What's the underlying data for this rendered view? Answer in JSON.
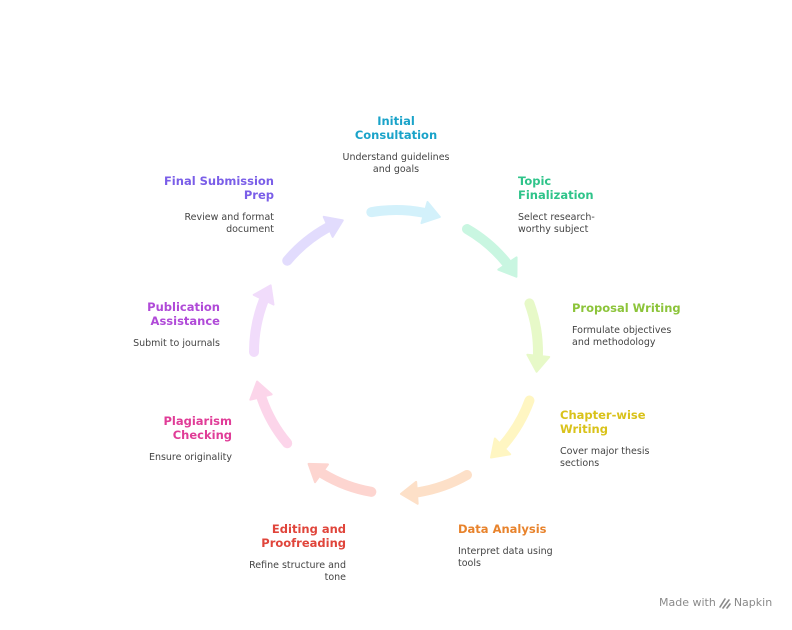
{
  "steps": [
    {
      "title": "Initial Consultation",
      "desc": "Understand guidelines and goals",
      "color": "#1aa3c9",
      "arrow_color": "#d3f1fb"
    },
    {
      "title": "Topic Finalization",
      "desc": "Select research-worthy subject",
      "color": "#2fc48a",
      "arrow_color": "#c9f6e1"
    },
    {
      "title": "Proposal Writing",
      "desc": "Formulate objectives and methodology",
      "color": "#8cc43a",
      "arrow_color": "#e7f9c8"
    },
    {
      "title": "Chapter-wise Writing",
      "desc": "Cover major thesis sections",
      "color": "#d9c21a",
      "arrow_color": "#fff6c2"
    },
    {
      "title": "Data Analysis",
      "desc": "Interpret data using tools",
      "color": "#e8832c",
      "arrow_color": "#fde0c8"
    },
    {
      "title": "Editing and Proofreading",
      "desc": "Refine structure and tone",
      "color": "#e0453b",
      "arrow_color": "#fdd5d0"
    },
    {
      "title": "Plagiarism Checking",
      "desc": "Ensure originality",
      "color": "#e03c97",
      "arrow_color": "#fcd5ea"
    },
    {
      "title": "Publication Assistance",
      "desc": "Submit to journals",
      "color": "#b04ad8",
      "arrow_color": "#f1dcfb"
    },
    {
      "title": "Final Submission Prep",
      "desc": "Review and format document",
      "color": "#7a5ee8",
      "arrow_color": "#e2dcfd"
    }
  ],
  "footer": {
    "made_with": "Made with",
    "brand": "Napkin"
  }
}
